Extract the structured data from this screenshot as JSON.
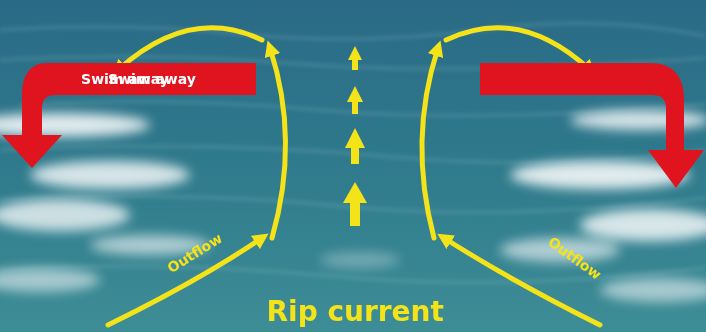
{
  "diagram": {
    "nodes": [
      {
        "text": [
          "Swim away"
        ]
      },
      {
        "text": [
          "Swim away"
        ]
      }
    ],
    "labels": [
      "Outflow",
      "Outflow",
      "Rip current"
    ]
  }
}
